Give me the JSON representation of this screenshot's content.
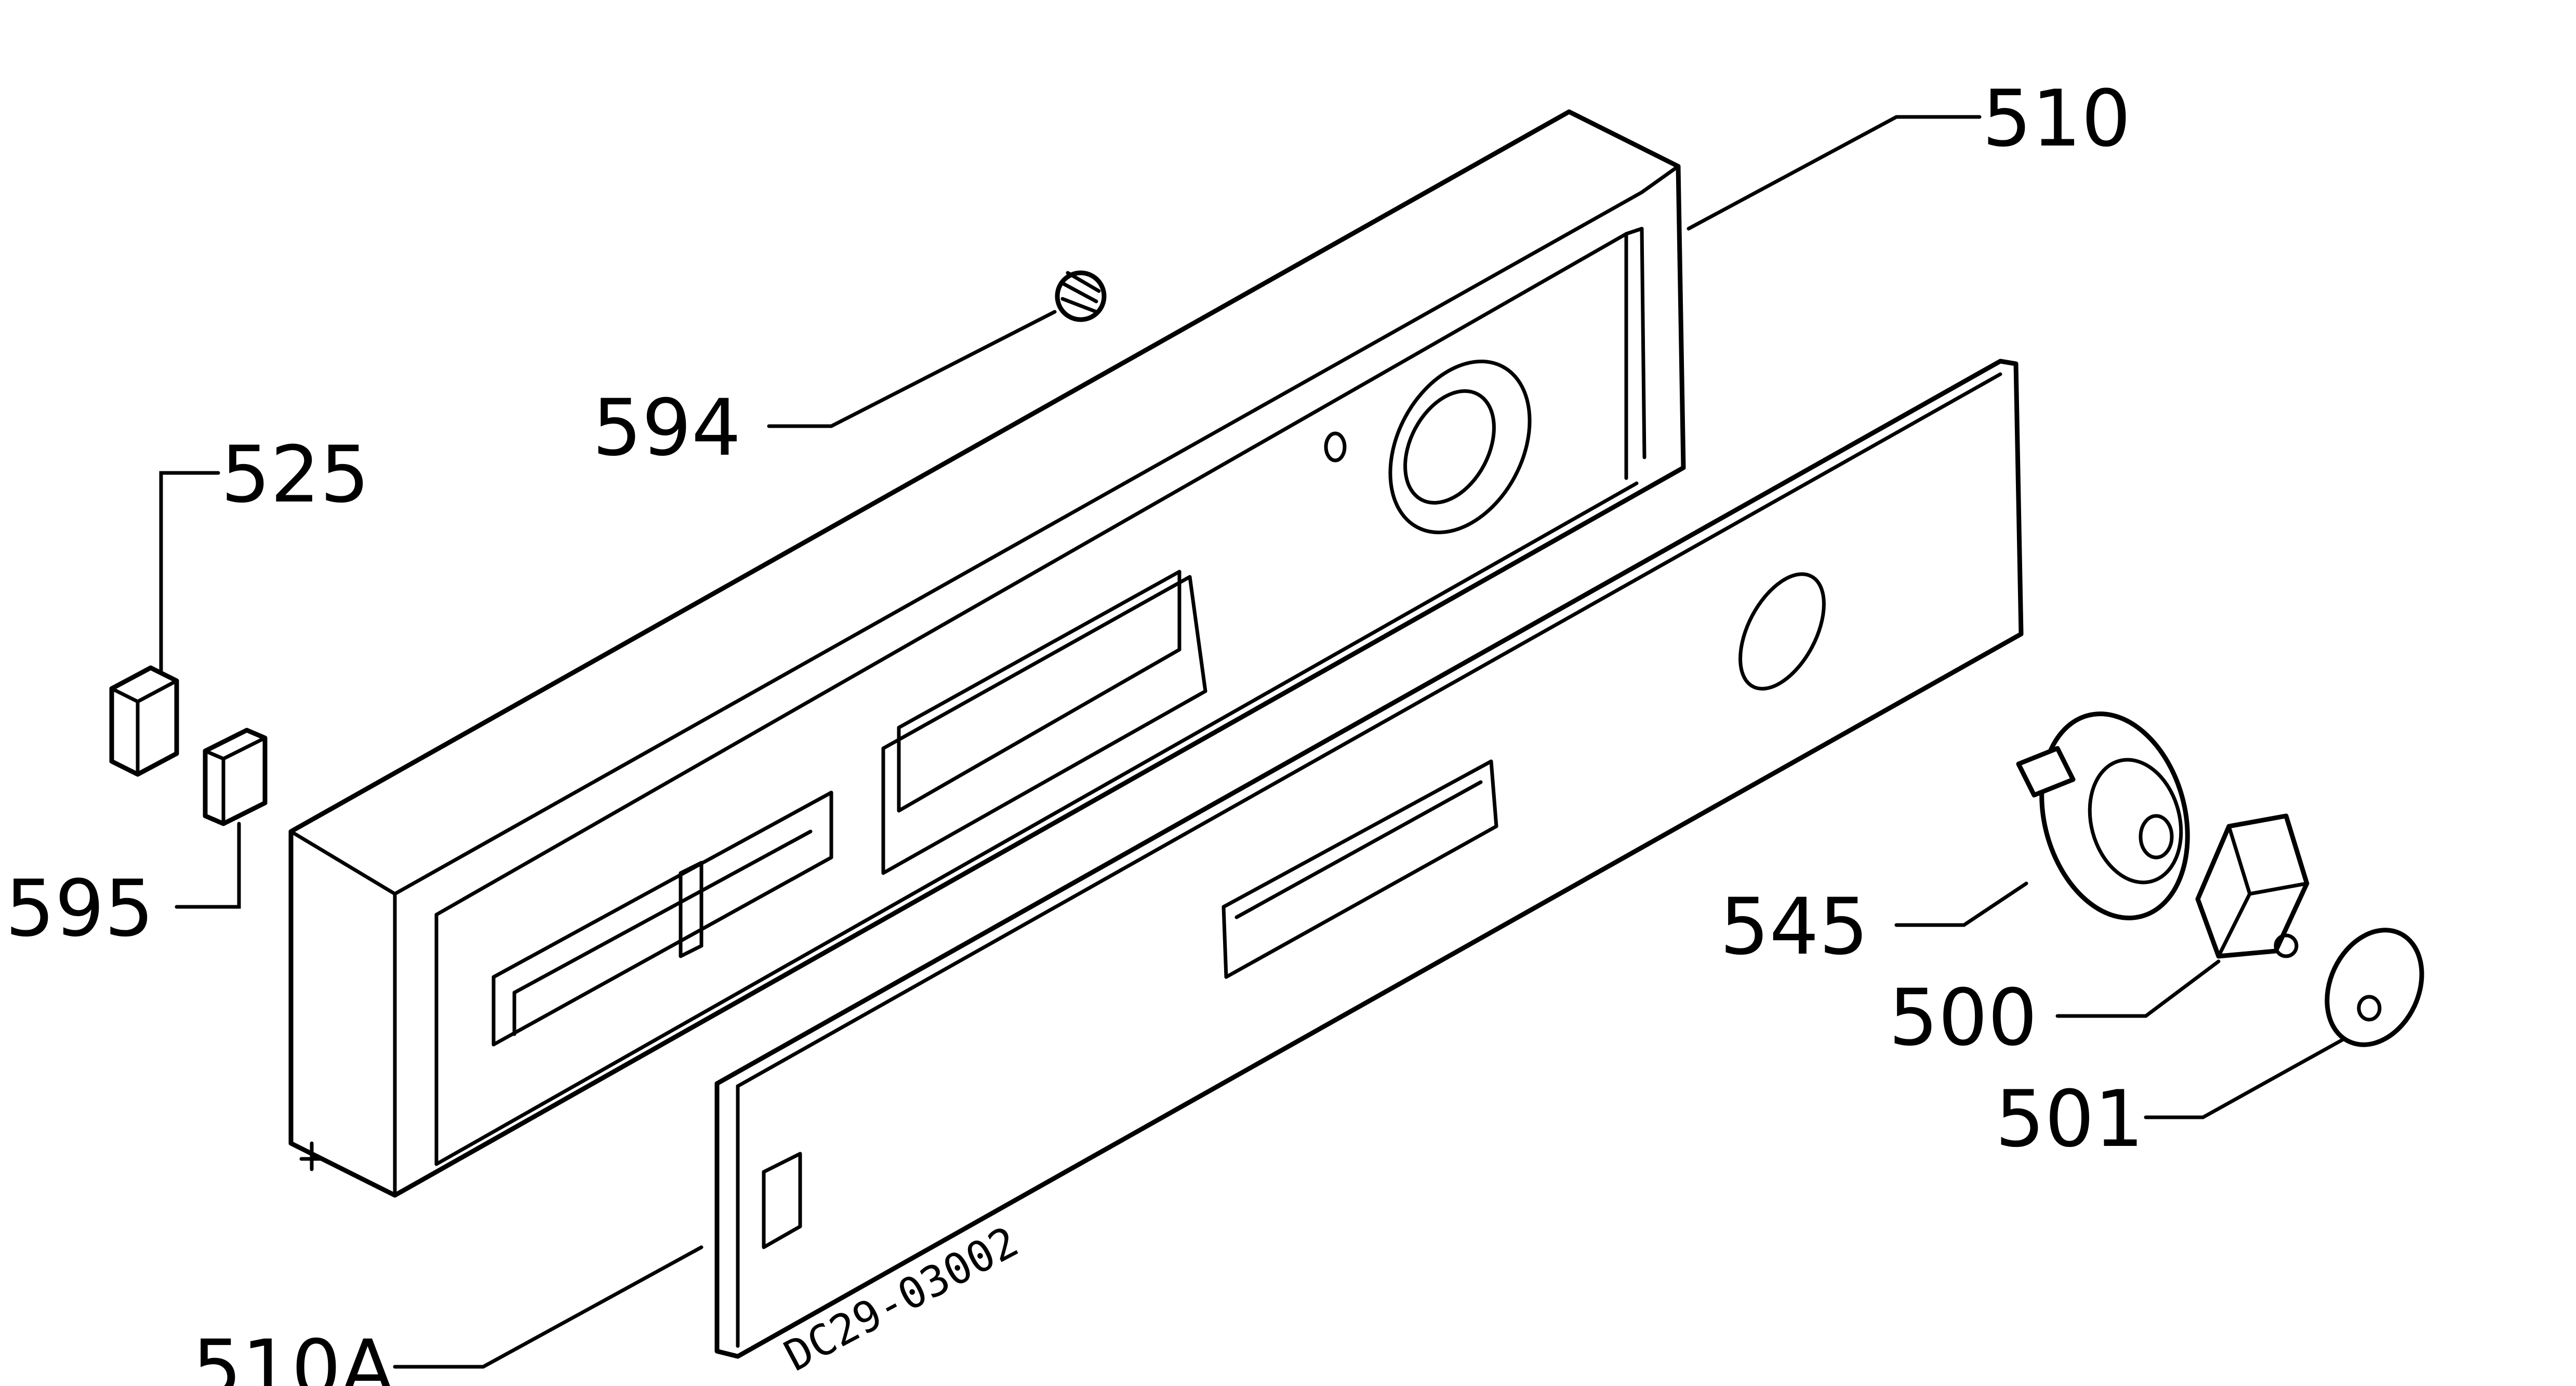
{
  "diagram": {
    "type": "exploded-parts-view",
    "drawing_code": "DC29-03002",
    "callouts": [
      {
        "id": "510",
        "text": "510"
      },
      {
        "id": "594",
        "text": "594"
      },
      {
        "id": "525",
        "text": "525"
      },
      {
        "id": "595",
        "text": "595"
      },
      {
        "id": "545",
        "text": "545"
      },
      {
        "id": "500",
        "text": "500"
      },
      {
        "id": "501",
        "text": "501"
      },
      {
        "id": "510A",
        "text": "510A"
      }
    ],
    "colors": {
      "line": "#000000",
      "background": "#ffffff"
    }
  }
}
